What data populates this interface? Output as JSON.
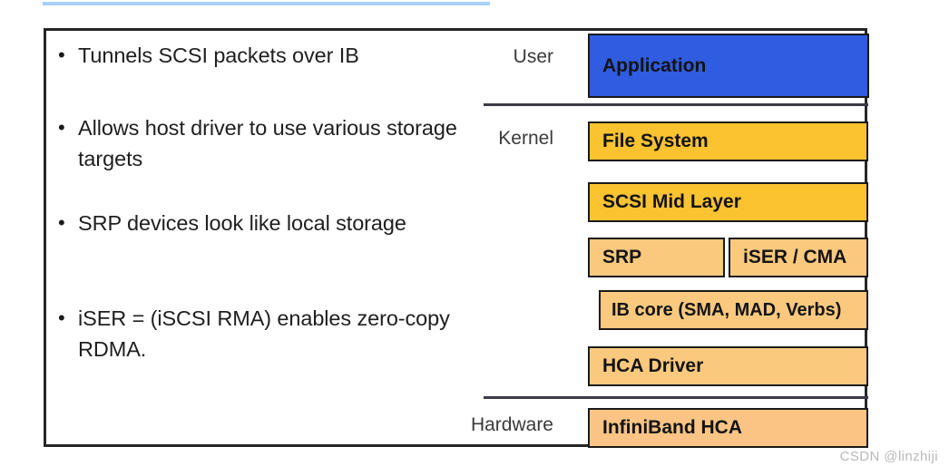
{
  "slide": {
    "top_strip_color": "#a8d1fb",
    "frame_color": "#262626"
  },
  "bullets": [
    {
      "marker": "•",
      "text": "Tunnels SCSI packets over IB"
    },
    {
      "marker": "•",
      "text": "Allows host driver to use various storage targets"
    },
    {
      "marker": "•",
      "text": "SRP devices look like local storage"
    },
    {
      "marker": "•",
      "text": "iSER = (iSCSI RMA) enables zero-copy\nRDMA."
    }
  ],
  "stack": {
    "labels": {
      "user": "User",
      "kernel": "Kernel",
      "hardware": "Hardware"
    },
    "boxes": {
      "application": {
        "label": "Application",
        "color": "#2f5ce0"
      },
      "file_system": {
        "label": "File System",
        "color": "#fcc331"
      },
      "scsi_mid_layer": {
        "label": "SCSI Mid Layer",
        "color": "#fcc331"
      },
      "srp": {
        "label": "SRP",
        "color": "#fbc97d"
      },
      "iser_cma": {
        "label": "iSER / CMA",
        "color": "#fbc97d"
      },
      "ib_core": {
        "label": "IB core (SMA, MAD, Verbs)",
        "color": "#fbc97d"
      },
      "hca_driver": {
        "label": "HCA Driver",
        "color": "#fbc97d"
      },
      "infiniband_hca": {
        "label": "InfiniBand HCA",
        "color": "#fbc485"
      }
    }
  },
  "watermark": "CSDN @linzhiji"
}
